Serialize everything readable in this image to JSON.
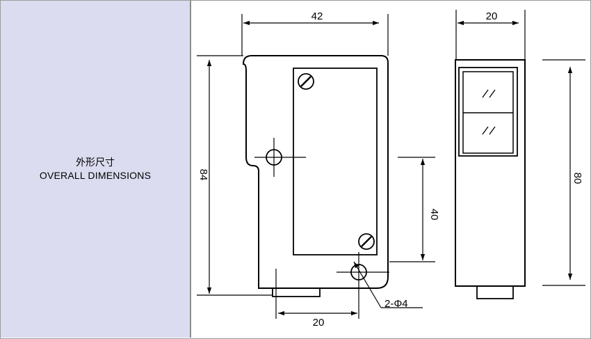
{
  "caption": {
    "title_zh": "外形尺寸",
    "title_en": "OVERALL DIMENSIONS"
  },
  "dimensions": {
    "side_width": "42",
    "front_width": "20",
    "side_height": "84",
    "front_height": "80",
    "hole_spacing": "40",
    "bottom_width": "20",
    "holes": "2-Φ4"
  },
  "colors": {
    "panel_bg": "#dcdcf0",
    "line": "#000000"
  }
}
